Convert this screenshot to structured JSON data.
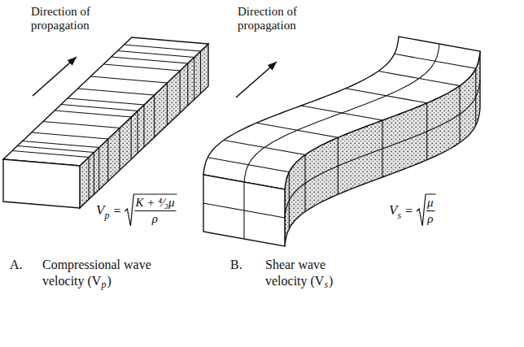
{
  "diagram": {
    "labels": [
      "Direction of propagation",
      "Direction of propagation",
      "V",
      "p",
      "=",
      "K + ⁴⁄₃μ",
      "ρ",
      "V",
      "s",
      "=",
      "μ",
      "ρ",
      "A.",
      "Compressional wave",
      "velocity (V",
      "p",
      ")",
      "B.",
      "Shear wave",
      "velocity (V",
      "s",
      ")"
    ]
  }
}
